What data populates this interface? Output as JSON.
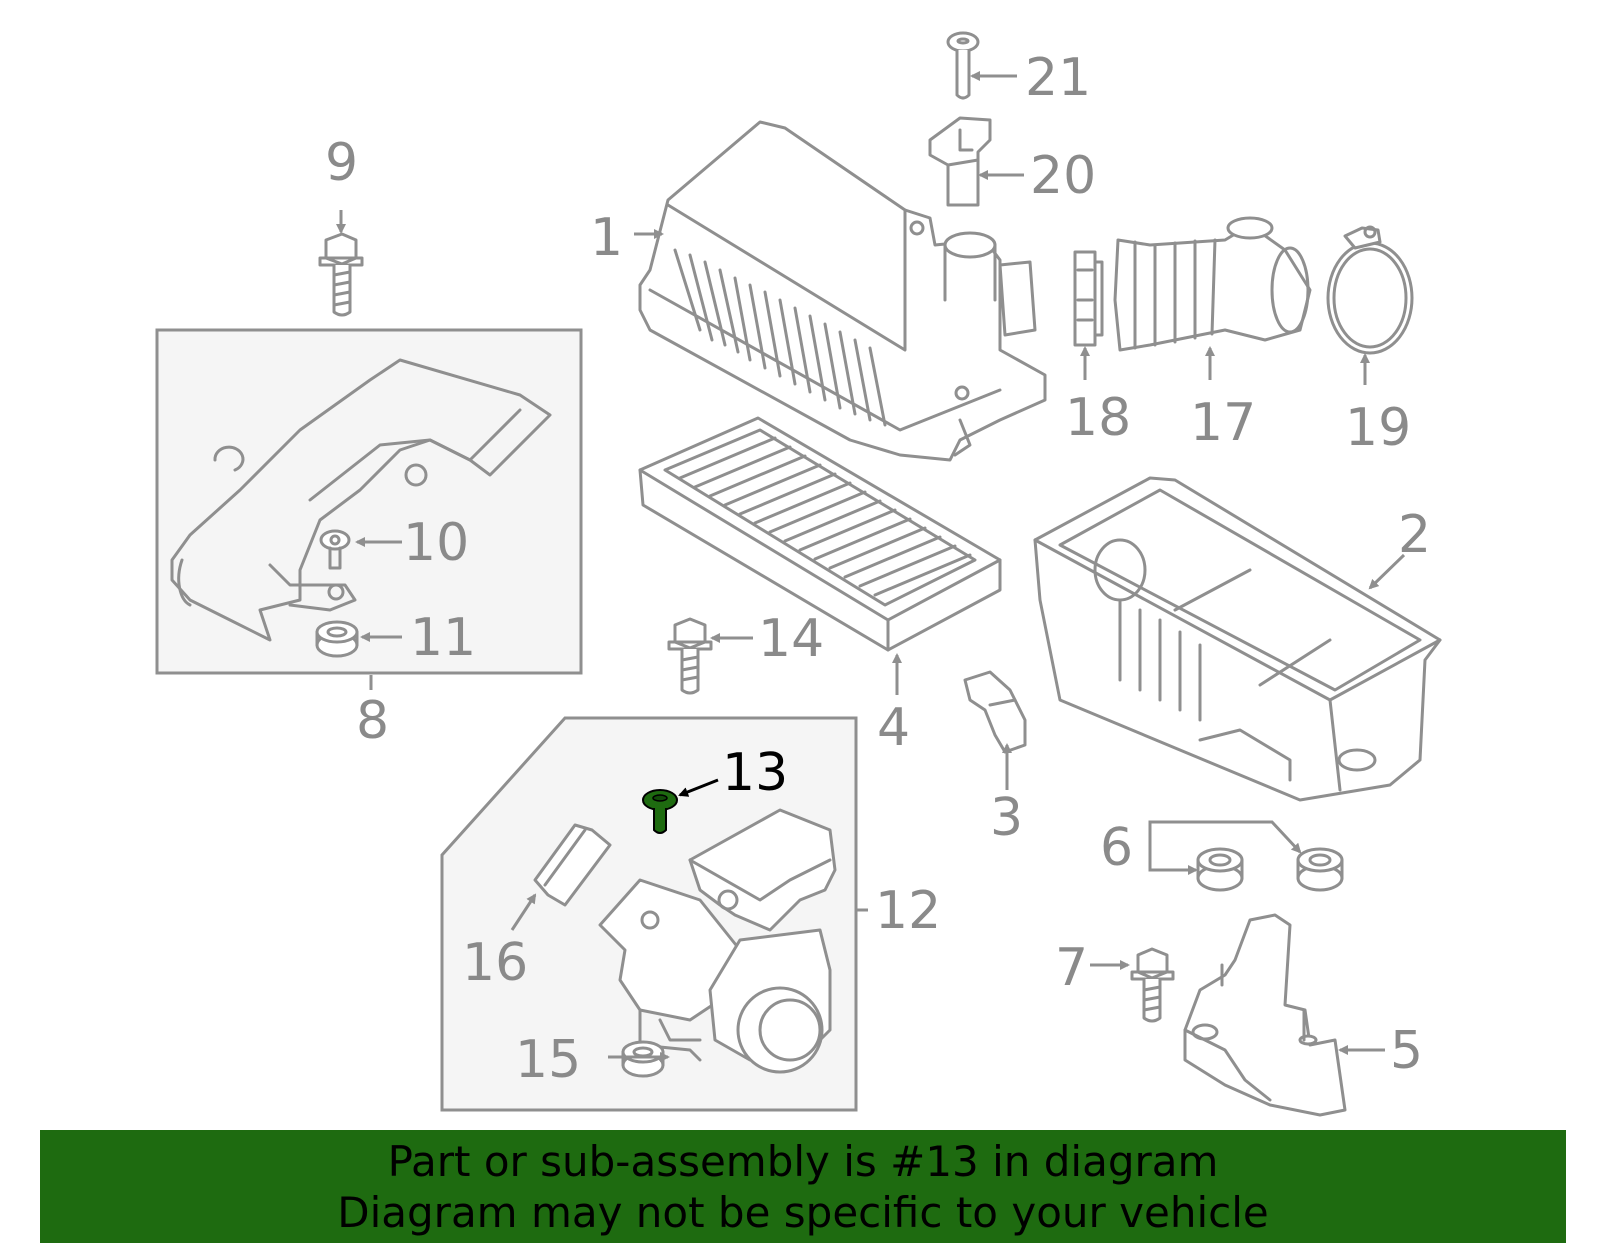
{
  "diagram": {
    "callouts": [
      "1",
      "2",
      "3",
      "4",
      "5",
      "6",
      "7",
      "8",
      "9",
      "10",
      "11",
      "12",
      "13",
      "14",
      "15",
      "16",
      "17",
      "18",
      "19",
      "20",
      "21"
    ],
    "highlighted_part": "13",
    "colors": {
      "line": "#8f8f8f",
      "highlight": "#1e6b10",
      "banner": "#1e6b10",
      "box_fill": "#f5f5f5"
    }
  },
  "banner": {
    "line1": "Part or sub-assembly is #13 in diagram",
    "line2": "Diagram may not be specific to your vehicle"
  }
}
